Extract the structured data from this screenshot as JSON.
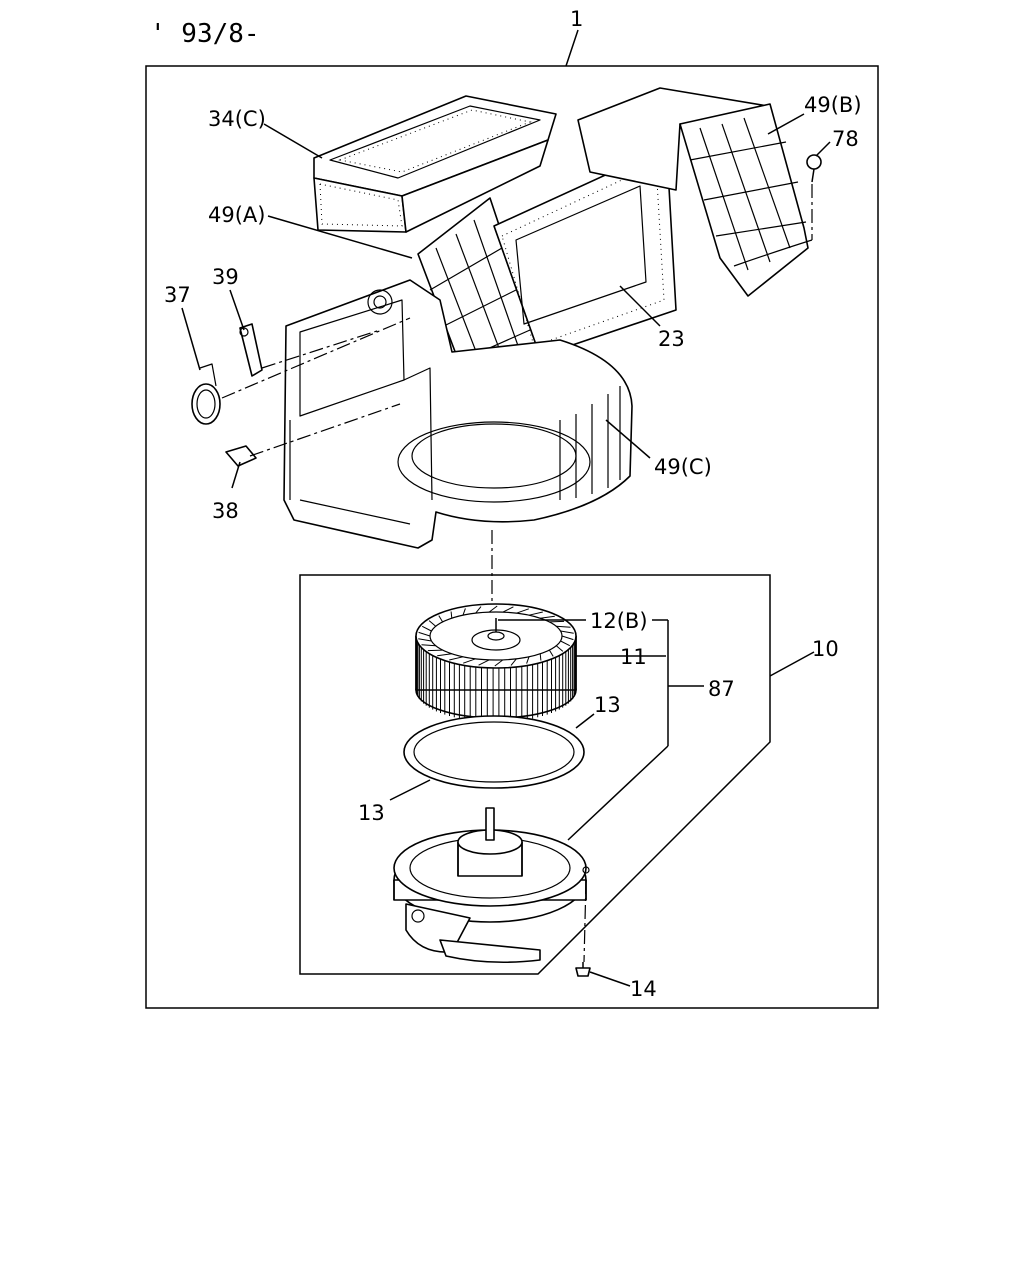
{
  "header": {
    "revision": "' 93/8-"
  },
  "callouts": {
    "c1": "1",
    "c34c": "34(C)",
    "c49b": "49(B)",
    "c78": "78",
    "c49a": "49(A)",
    "c39": "39",
    "c37": "37",
    "c23": "23",
    "c49c": "49(C)",
    "c38": "38",
    "c12b": "12(B)",
    "c11": "11",
    "c10": "10",
    "c87": "87",
    "c13a": "13",
    "c13b": "13",
    "c14": "14"
  }
}
